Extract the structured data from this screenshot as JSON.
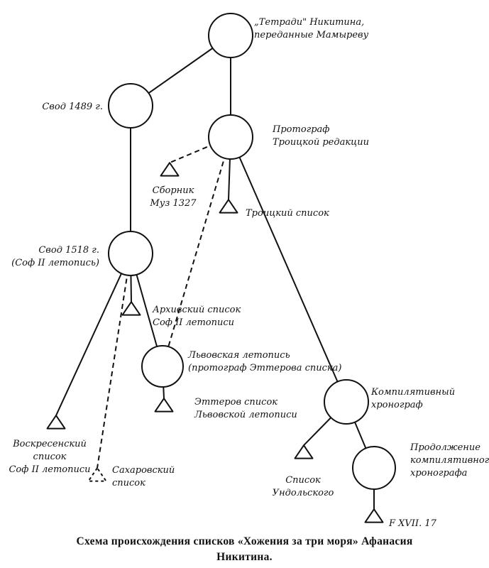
{
  "nodes": {
    "tetradi": {
      "label": [
        "„Тетради\" Никитина,",
        "переданные Мамыреву"
      ]
    },
    "svod1489": {
      "label": [
        "Свод 1489 г."
      ]
    },
    "protograf_troitskoy": {
      "label": [
        "Протограф",
        "Троицкой редакции"
      ]
    },
    "sbornik_muz": {
      "label": [
        "Сборник",
        "Муз 1327"
      ]
    },
    "troitsky_spisok": {
      "label": [
        "Троицкий список"
      ]
    },
    "svod1518": {
      "label": [
        "Свод 1518 г.",
        "(Соф II летопись)"
      ]
    },
    "arkhivsky": {
      "label": [
        "Архивский список",
        "Соф II летописи"
      ]
    },
    "lvovskaya": {
      "label": [
        "Львовская летопись",
        "(протограф Эттерова списка)"
      ]
    },
    "etterov": {
      "label": [
        "Эттеров список",
        "Львовской летописи"
      ]
    },
    "kompilyativny": {
      "label": [
        "Компилятивный",
        "хронограф"
      ]
    },
    "voskresensky": {
      "label": [
        "Воскресенский",
        "список",
        "Соф II летописи"
      ]
    },
    "sakharovsky": {
      "label": [
        "Сахаровский",
        "список"
      ]
    },
    "undolsky": {
      "label": [
        "Список",
        "Ундольского"
      ]
    },
    "prodolzhenie": {
      "label": [
        "Продолжение",
        "компилятивного",
        "хронографа"
      ]
    },
    "f_xvii_17": {
      "label": [
        "F XVII. 17"
      ]
    }
  },
  "edges": [
    {
      "from": "tetradi",
      "to": "svod1489",
      "style": "solid"
    },
    {
      "from": "tetradi",
      "to": "protograf_troitskoy",
      "style": "solid"
    },
    {
      "from": "svod1489",
      "to": "svod1518",
      "style": "solid"
    },
    {
      "from": "protograf_troitskoy",
      "to": "sbornik_muz",
      "style": "dashed"
    },
    {
      "from": "protograf_troitskoy",
      "to": "troitsky_spisok",
      "style": "solid"
    },
    {
      "from": "protograf_troitskoy",
      "to": "lvovskaya",
      "style": "dashed"
    },
    {
      "from": "protograf_troitskoy",
      "to": "kompilyativny",
      "style": "solid"
    },
    {
      "from": "svod1518",
      "to": "arkhivsky",
      "style": "solid"
    },
    {
      "from": "svod1518",
      "to": "lvovskaya",
      "style": "solid"
    },
    {
      "from": "svod1518",
      "to": "voskresensky",
      "style": "solid"
    },
    {
      "from": "svod1518",
      "to": "sakharovsky",
      "style": "dashed"
    },
    {
      "from": "lvovskaya",
      "to": "etterov",
      "style": "solid"
    },
    {
      "from": "kompilyativny",
      "to": "undolsky",
      "style": "solid"
    },
    {
      "from": "kompilyativny",
      "to": "prodolzhenie",
      "style": "solid"
    },
    {
      "from": "prodolzhenie",
      "to": "f_xvii_17",
      "style": "solid"
    }
  ],
  "caption": {
    "line1": "Схема происхождения списков «Хожения за три моря» Афанасия",
    "line2": "Никитина."
  }
}
